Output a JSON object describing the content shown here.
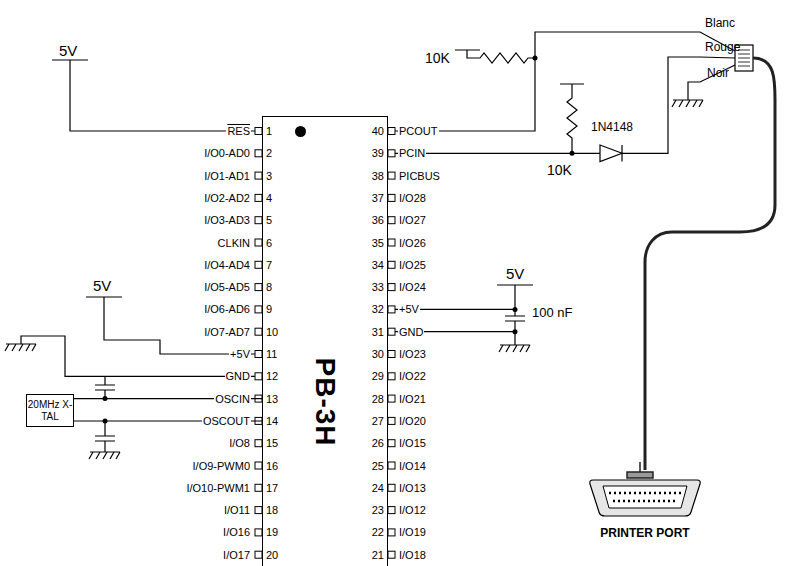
{
  "diagram": {
    "nodes": [
      {
        "text": [
          "PB-3H"
        ]
      },
      {
        "text": [
          "20MHz X-TAL"
        ]
      },
      {
        "text": [
          "PRINTER PORT"
        ]
      }
    ],
    "edges": [
      {
        "from": 1,
        "to": 0,
        "arrow": "none"
      },
      {
        "from": 1,
        "to": 0,
        "arrow": "none"
      }
    ],
    "labels": [
      "RES",
      "I/O0-AD0",
      "I/O1-AD1",
      "I/O2-AD2",
      "I/O3-AD3",
      "CLKIN",
      "I/O4-AD4",
      "I/O5-AD5",
      "I/O6-AD6",
      "I/O7-AD7",
      "+5V",
      "GND",
      "OSCIN",
      "OSCOUT",
      "I/O8",
      "I/O9-PWM0",
      "I/O10-PWM1",
      "I/O11",
      "I/O16",
      "I/O17",
      "1",
      "2",
      "3",
      "4",
      "5",
      "6",
      "7",
      "8",
      "9",
      "10",
      "11",
      "12",
      "13",
      "14",
      "15",
      "16",
      "17",
      "18",
      "19",
      "20",
      "PCOUT",
      "PCIN",
      "PICBUS",
      "I/O28",
      "I/O27",
      "I/O26",
      "I/O25",
      "I/O24",
      "+5V",
      "GND",
      "I/O23",
      "I/O22",
      "I/O21",
      "I/O20",
      "I/O15",
      "I/O14",
      "I/O13",
      "I/O12",
      "I/O19",
      "I/O18",
      "40",
      "39",
      "38",
      "37",
      "36",
      "35",
      "34",
      "33",
      "32",
      "31",
      "30",
      "29",
      "28",
      "27",
      "26",
      "25",
      "24",
      "23",
      "22",
      "21",
      "5V",
      "5V",
      "5V",
      "10K",
      "10K",
      "1N4148",
      "100 nF",
      "Blanc",
      "Rouge",
      "Noir"
    ]
  }
}
